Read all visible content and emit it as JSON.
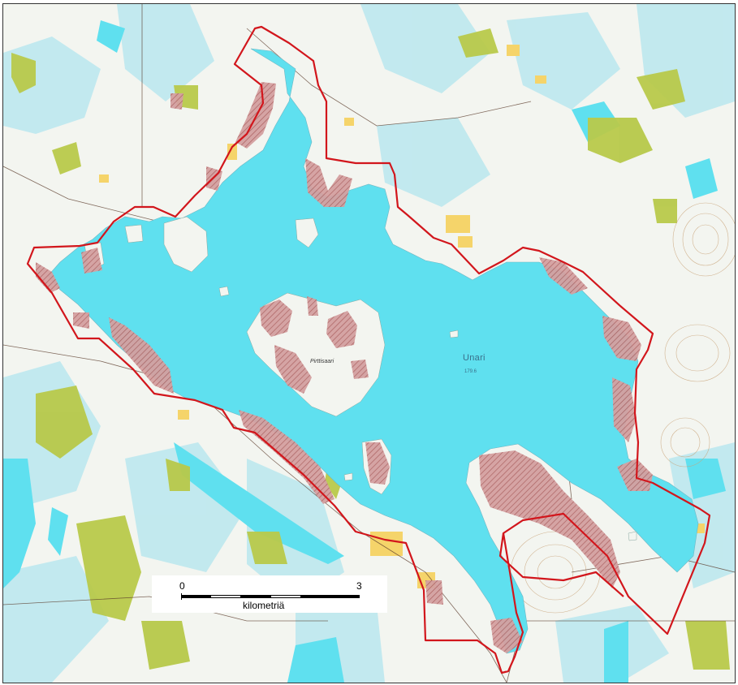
{
  "map": {
    "lake_name": "Unari",
    "lake_elevation": "179.6",
    "island_name": "Pirttisaari",
    "colors": {
      "water": "#5fe0ef",
      "wetland": "#b9e6ec",
      "field": "#f5d46a",
      "forest_patch": "#b8c94a",
      "protected_area_fill": "#c98a8a",
      "boundary": "#d2161c",
      "road": "#5a3a2a"
    }
  },
  "scale": {
    "start_label": "0",
    "end_label": "3",
    "unit_label": "kilometriä"
  }
}
